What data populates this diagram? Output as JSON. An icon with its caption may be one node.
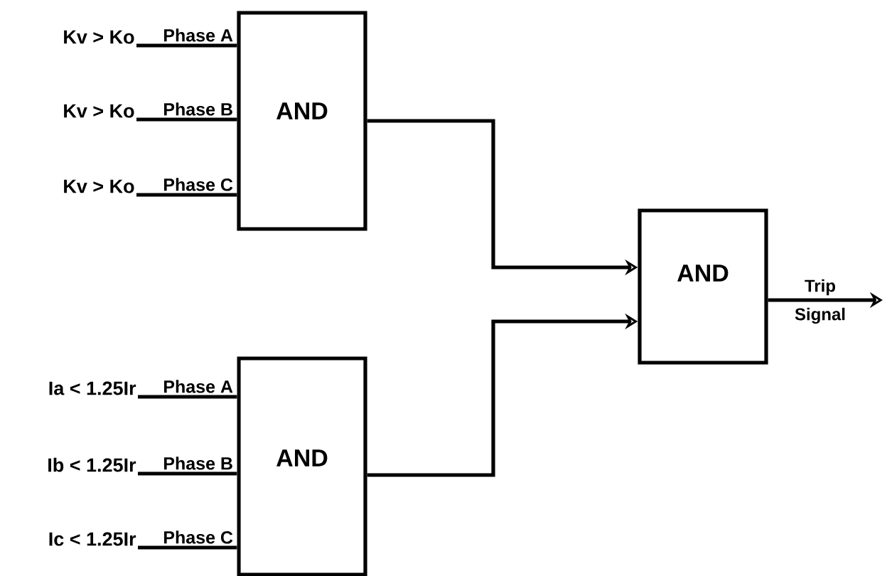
{
  "diagram": {
    "nodes": [
      {
        "text": [
          "Kv > Ko"
        ]
      },
      {
        "text": [
          "Kv > Ko"
        ]
      },
      {
        "text": [
          "Kv > Ko"
        ]
      },
      {
        "text": [
          "AND"
        ]
      },
      {
        "text": [
          "Ia < 1.25Ir"
        ]
      },
      {
        "text": [
          "Ib < 1.25Ir"
        ]
      },
      {
        "text": [
          "Ic < 1.25Ir"
        ]
      },
      {
        "text": [
          "AND"
        ]
      },
      {
        "text": [
          "AND"
        ]
      }
    ],
    "edges": [
      {
        "from": 0,
        "to": 3,
        "arrow": "none",
        "label": "Phase A"
      },
      {
        "from": 1,
        "to": 3,
        "arrow": "none",
        "label": "Phase B"
      },
      {
        "from": 2,
        "to": 3,
        "arrow": "none",
        "label": "Phase C"
      },
      {
        "from": 4,
        "to": 7,
        "arrow": "none",
        "label": "Phase A"
      },
      {
        "from": 5,
        "to": 7,
        "arrow": "none",
        "label": "Phase B"
      },
      {
        "from": 6,
        "to": 7,
        "arrow": "none",
        "label": "Phase C"
      },
      {
        "from": 3,
        "to": 8,
        "arrow": "to"
      },
      {
        "from": 7,
        "to": 8,
        "arrow": "to"
      },
      {
        "from": 8,
        "to": null,
        "arrow": "to",
        "label": "Trip Signal"
      }
    ]
  }
}
